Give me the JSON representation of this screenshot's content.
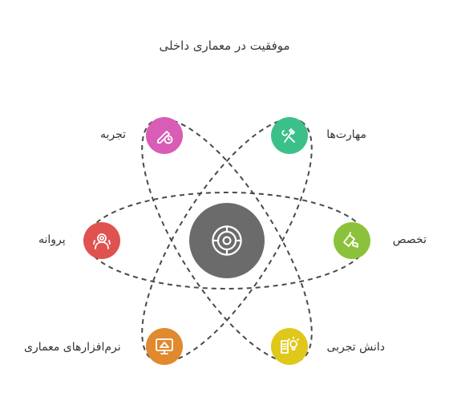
{
  "title": "موفقیت در معماری داخلی",
  "center": {
    "icon": "target-icon",
    "color": "#6b6b6b"
  },
  "nodes": {
    "skills": {
      "label": "مهارت‌ها",
      "icon": "tools-icon",
      "color": "#3cc08a"
    },
    "experience": {
      "label": "تجربه",
      "icon": "pencil-clock-icon",
      "color": "#d95cb6"
    },
    "license": {
      "label": "پروانه",
      "icon": "certificate-icon",
      "color": "#e0524f"
    },
    "specialty": {
      "label": "تخصص",
      "icon": "graduation-cap-icon",
      "color": "#8cc23b"
    },
    "software": {
      "label": "نرم‌افزارهای معماری",
      "icon": "monitor-icon",
      "color": "#e0892e"
    },
    "knowledge": {
      "label": "دانش تجربی",
      "icon": "book-bulb-icon",
      "color": "#e0c81a"
    }
  }
}
